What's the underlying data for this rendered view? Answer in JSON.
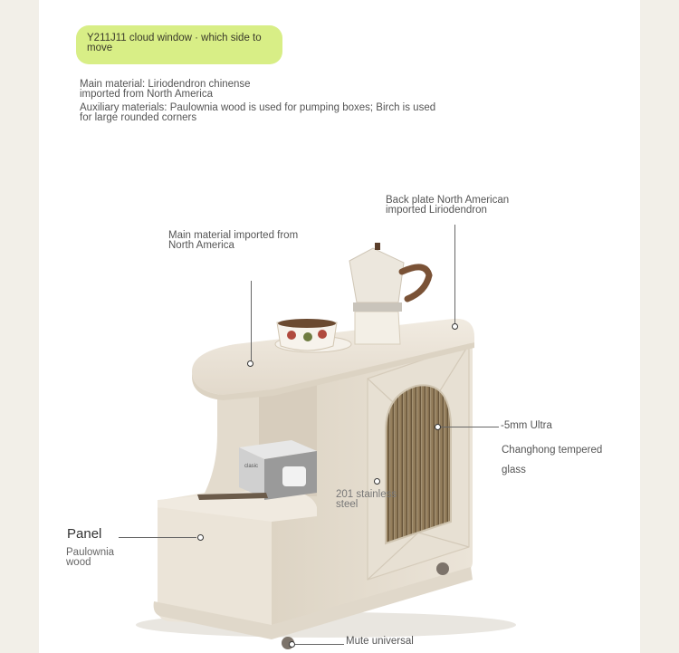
{
  "header": {
    "tag": "Y211J11 cloud window · which side to move",
    "main_material": "Main material: Liriodendron chinense imported from North America",
    "aux_material": "Auxiliary materials: Paulownia wood is used for pumping boxes; Birch is used for large rounded corners"
  },
  "callouts": {
    "back_plate": "Back plate North American imported Liriodendron",
    "top_material": "Main material imported from North America",
    "glass_line1": "-5mm Ultra",
    "glass_line2": "Changhong tempered",
    "glass_line3": "glass",
    "hinge": "201 stainless steel",
    "panel_title": "Panel",
    "panel_sub": "Paulownia wood",
    "caster": "Mute universal"
  },
  "product": {
    "box_label": "clasic"
  },
  "colors": {
    "tag_bg": "#d8ee86",
    "cabinet": "#ebe4d8",
    "page_bg": "#f2efe8"
  }
}
